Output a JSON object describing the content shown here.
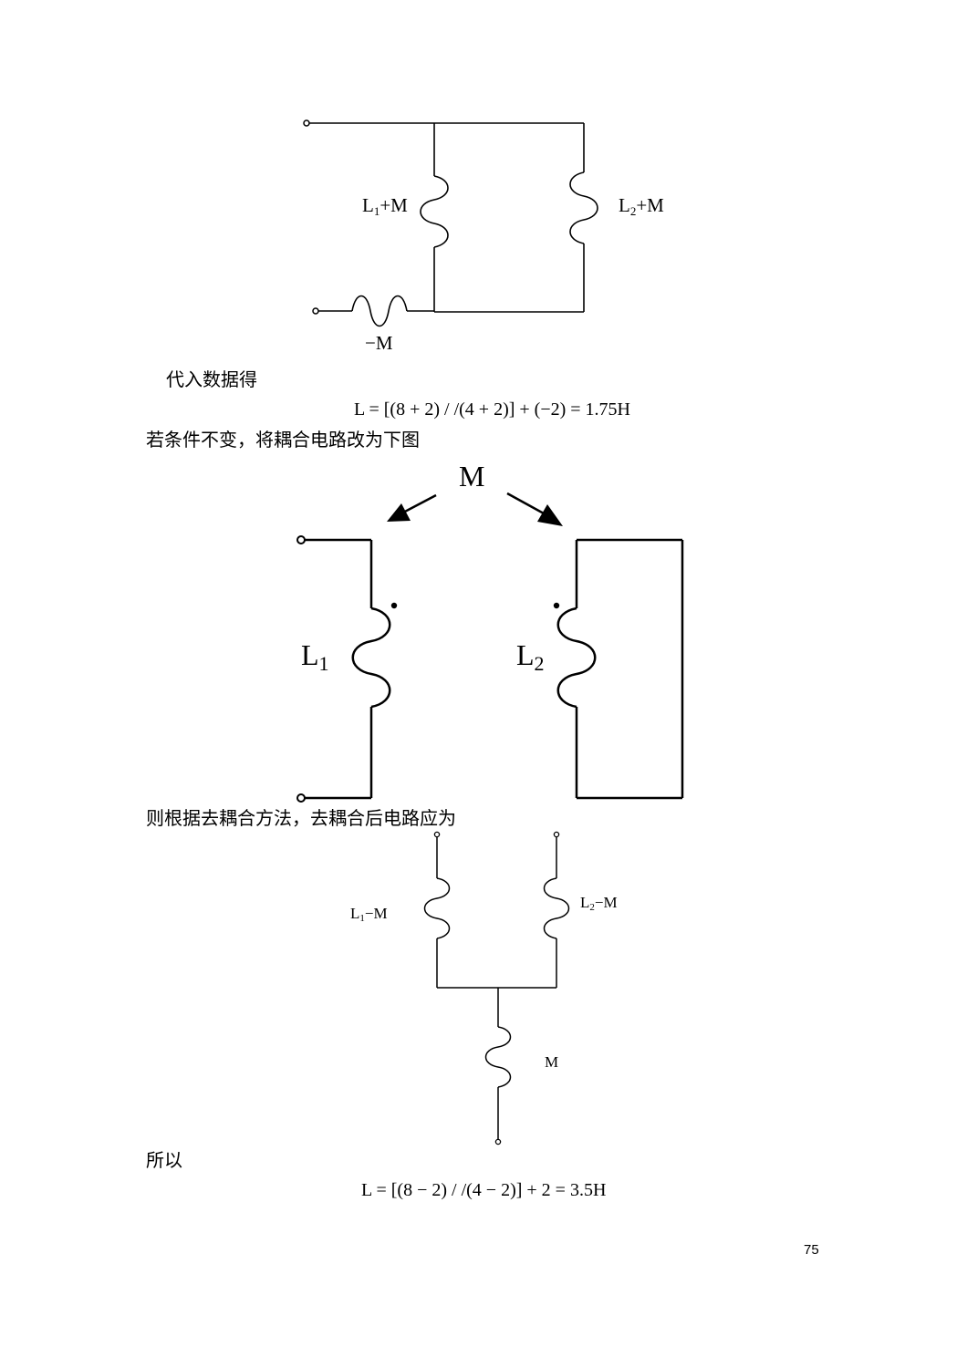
{
  "text": {
    "substitute": "代入数据得",
    "formula1": "L = [(8 + 2) / /(4 + 2)] + (−2) = 1.75H",
    "condition": "若条件不变，将耦合电路改为下图",
    "decouple": "则根据去耦合方法，去耦合后电路应为",
    "therefore": "所以",
    "formula2": "L = [(8 − 2) / /(4 − 2)] + 2 = 3.5H",
    "page_number": "75"
  },
  "fig1": {
    "label_left_main": "L",
    "label_left_sub": "1",
    "label_left_tail": "+M",
    "label_right_main": "L",
    "label_right_sub": "2",
    "label_right_tail": "+M",
    "label_series": "−M"
  },
  "fig2": {
    "label_mutual": "M",
    "label_l1_main": "L",
    "label_l1_sub": "1",
    "label_l2_main": "L",
    "label_l2_sub": "2"
  },
  "fig3": {
    "label_left_main": "L",
    "label_left_sub": "1",
    "label_left_tail": "−M",
    "label_right_main": "L",
    "label_right_sub": "2",
    "label_right_tail": "−M",
    "label_bottom": "M"
  }
}
